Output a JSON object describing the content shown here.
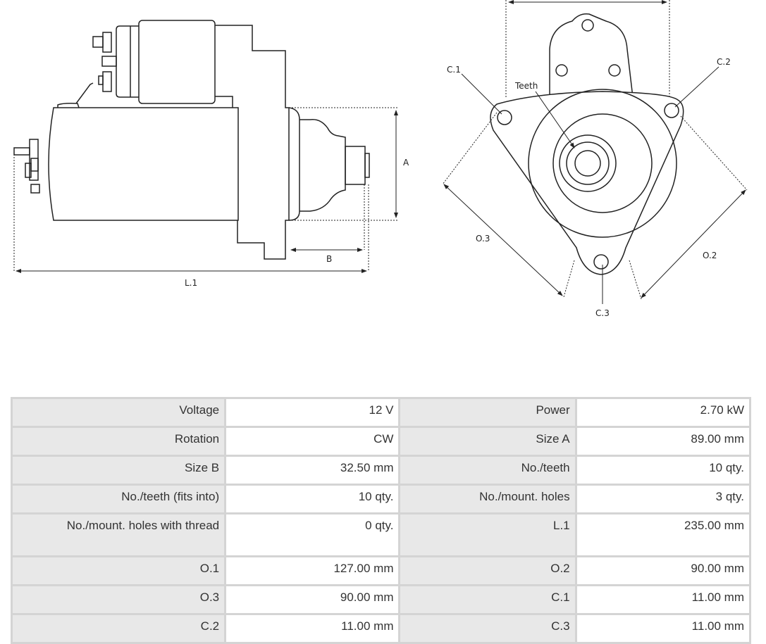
{
  "drawing": {
    "side_view": {
      "dim_a": "A",
      "dim_b": "B",
      "dim_l1": "L.1"
    },
    "front_view": {
      "c1": "C.1",
      "c2": "C.2",
      "c3": "C.3",
      "teeth": "Teeth",
      "o2": "O.2",
      "o3": "O.3"
    }
  },
  "specs": [
    {
      "label1": "Voltage",
      "value1": "12 V",
      "label2": "Power",
      "value2": "2.70 kW"
    },
    {
      "label1": "Rotation",
      "value1": "CW",
      "label2": "Size A",
      "value2": "89.00 mm"
    },
    {
      "label1": "Size B",
      "value1": "32.50 mm",
      "label2": "No./teeth",
      "value2": "10 qty."
    },
    {
      "label1": "No./teeth (fits into)",
      "value1": "10 qty.",
      "label2": "No./mount. holes",
      "value2": "3 qty."
    },
    {
      "label1": "No./mount. holes with thread",
      "value1": "0 qty.",
      "label2": "L.1",
      "value2": "235.00 mm"
    },
    {
      "label1": "O.1",
      "value1": "127.00 mm",
      "label2": "O.2",
      "value2": "90.00 mm"
    },
    {
      "label1": "O.3",
      "value1": "90.00 mm",
      "label2": "C.1",
      "value2": "11.00 mm"
    },
    {
      "label1": "C.2",
      "value1": "11.00 mm",
      "label2": "C.3",
      "value2": "11.00 mm"
    }
  ]
}
